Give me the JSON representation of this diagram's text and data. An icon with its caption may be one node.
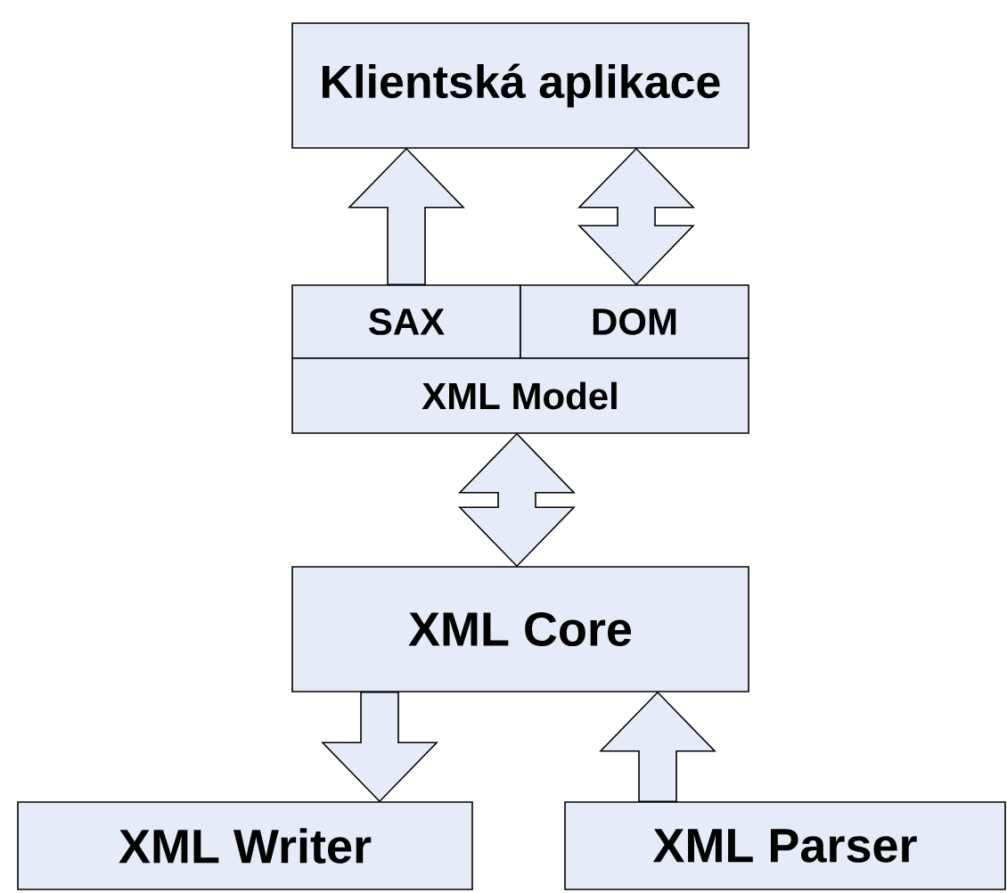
{
  "diagram": {
    "nodes": [
      {
        "text": [
          "Klientská aplikace"
        ]
      },
      {
        "text": [
          "SAX"
        ]
      },
      {
        "text": [
          "DOM"
        ]
      },
      {
        "text": [
          "XML Model"
        ]
      },
      {
        "text": [
          "XML Core"
        ]
      },
      {
        "text": [
          "XML Writer"
        ]
      },
      {
        "text": [
          "XML Parser"
        ]
      }
    ],
    "edges": [
      {
        "from": 1,
        "to": 0,
        "arrow": "to"
      },
      {
        "from": 2,
        "to": 0,
        "arrow": "both"
      },
      {
        "from": 3,
        "to": 4,
        "arrow": "both"
      },
      {
        "from": 4,
        "to": 5,
        "arrow": "to"
      },
      {
        "from": 6,
        "to": 4,
        "arrow": "to"
      }
    ]
  }
}
